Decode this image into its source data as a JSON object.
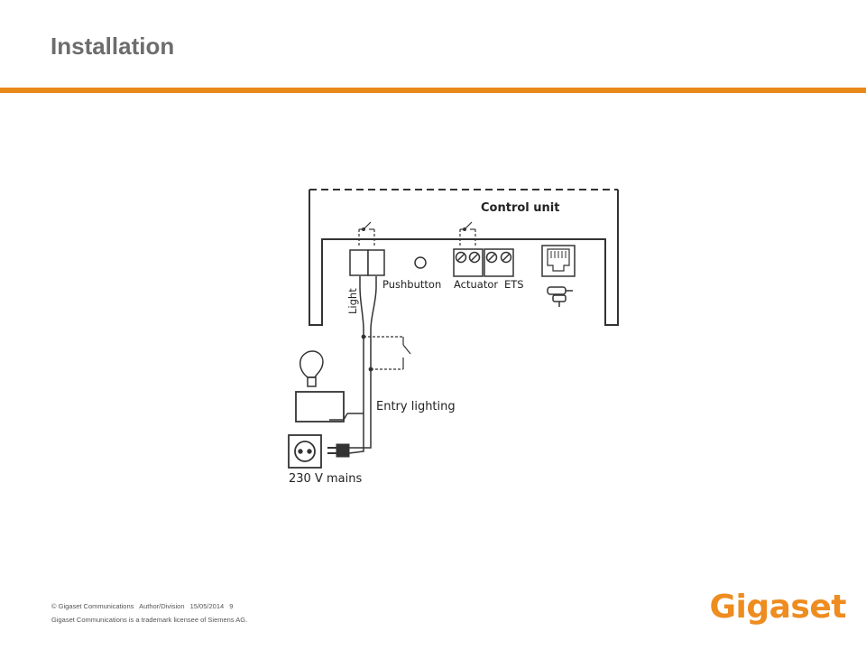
{
  "slide": {
    "title": "Installation"
  },
  "diagram": {
    "control_unit_label": "Control unit",
    "pushbutton_label": "Pushbutton",
    "actuator_label": "Actuator",
    "ets_label": "ETS",
    "light_label": "Light",
    "entry_lighting_label": "Entry lighting",
    "mains_label": "230 V mains"
  },
  "footer": {
    "copyright": "© Gigaset Communications",
    "author": "Author/Division",
    "date": "15/05/2014",
    "page_number": "9",
    "trademark": "Gigaset Communications is a trademark licensee of Siemens AG."
  },
  "brand": {
    "logo_text": "Gigaset",
    "accent_color": "#e8891c",
    "logo_color": "#ee8c20"
  }
}
